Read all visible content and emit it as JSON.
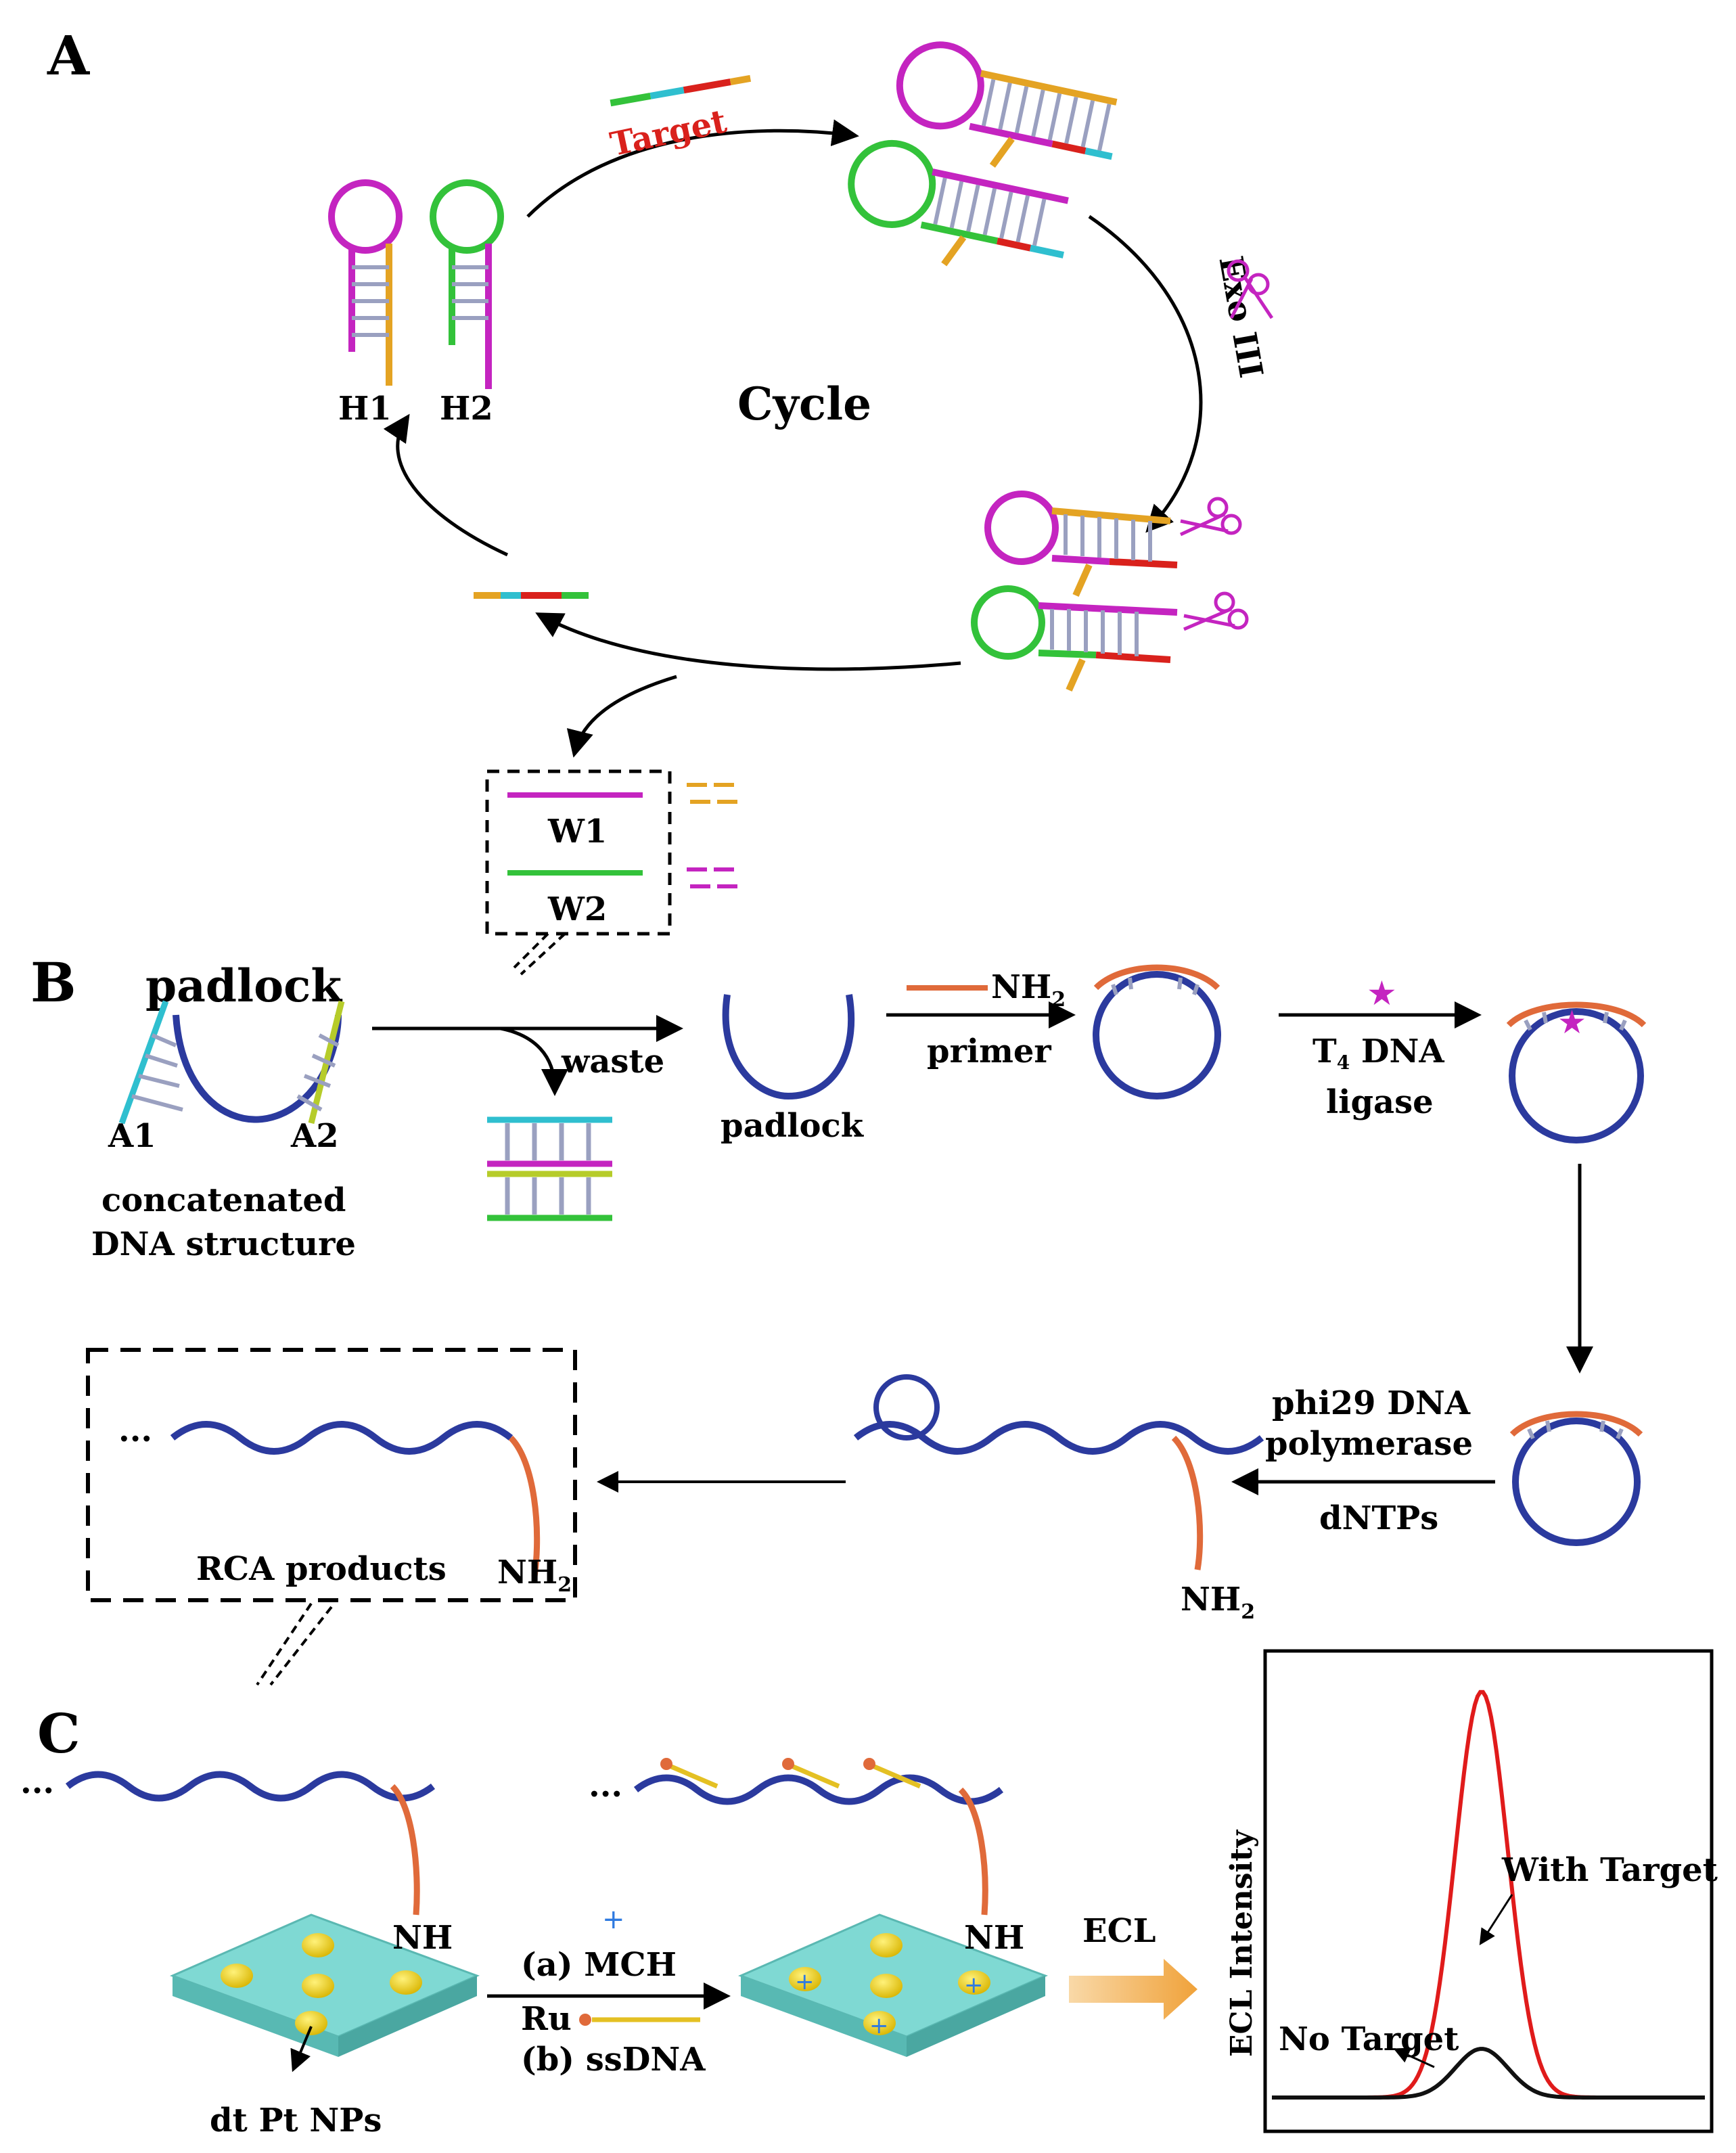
{
  "panels": {
    "a": "A",
    "b": "B",
    "c": "C"
  },
  "panel_a": {
    "target": "Target",
    "h1": "H1",
    "h2": "H2",
    "cycle": "Cycle",
    "exo": "Exo III",
    "w1": "W1",
    "w2": "W2"
  },
  "panel_b": {
    "padlock_top": "padlock",
    "a1": "A1",
    "a2": "A2",
    "concat_line1": "concatenated",
    "concat_line2": "DNA structure",
    "waste": "waste",
    "padlock": "padlock",
    "nh2": "NH",
    "sub2": "2",
    "primer": "primer",
    "t4_t": "T",
    "t4_sub": "4",
    "t4_rest": " DNA",
    "ligase": "ligase",
    "phi29_line1": "phi29 DNA",
    "phi29_line2": "polymerase",
    "dntps": "dNTPs",
    "rca": "RCA products",
    "dots": "..."
  },
  "panel_c": {
    "nh": "NH",
    "mch": "(a) MCH",
    "ru": "Ru",
    "ssdna": "(b) ssDNA",
    "ecl": "ECL",
    "pt": "dt Pt NPs",
    "dots": "..."
  },
  "chart_data": {
    "type": "line",
    "ylabel": "ECL Intensity",
    "xlabel": "",
    "series": [
      {
        "name": "With Target",
        "color": "#e01b1b",
        "peak": 1.0
      },
      {
        "name": "No Target",
        "color": "#111111",
        "peak": 0.12
      }
    ]
  },
  "colors": {
    "magenta": "#c424c0",
    "green": "#33c23a",
    "orange": "#e4a323",
    "blue": "#2b3a9e",
    "rope": "#e06a3a",
    "cyan": "#2fbfcf",
    "yellowgreen": "#b6cc2a",
    "teal": "#7fd9d3"
  }
}
